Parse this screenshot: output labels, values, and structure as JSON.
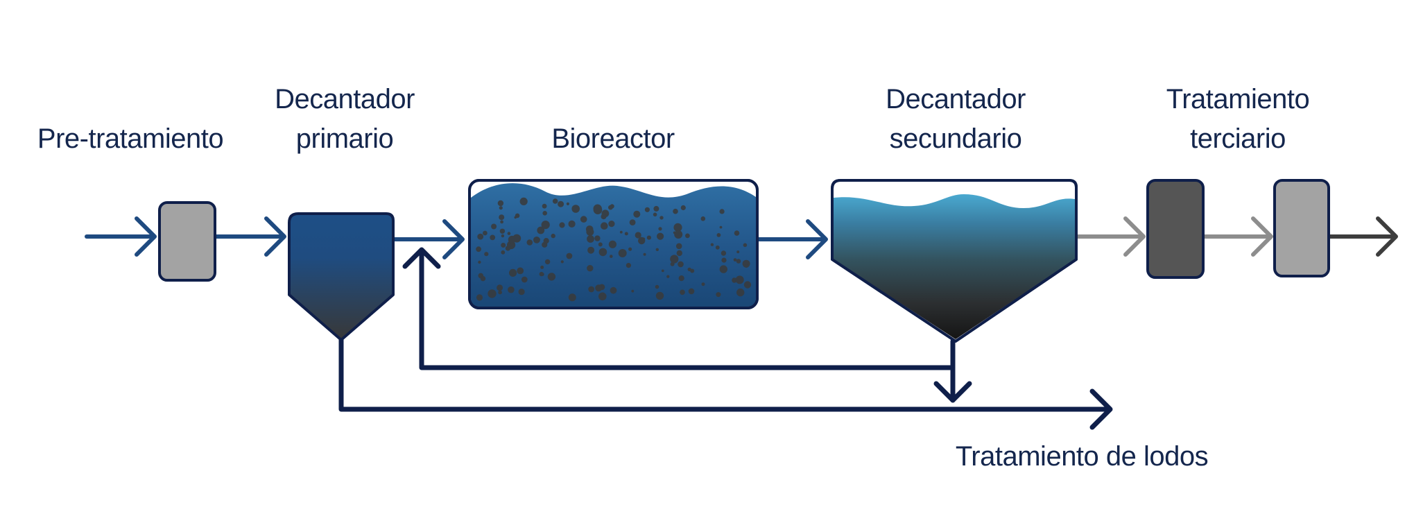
{
  "labels": {
    "pretreatment": "Pre-tratamiento",
    "primary_line1": "Decantador",
    "primary_line2": "primario",
    "bioreactor": "Bioreactor",
    "secondary_line1": "Decantador",
    "secondary_line2": "secundario",
    "tertiary_line1": "Tratamiento",
    "tertiary_line2": "terciario",
    "sludge": "Tratamiento de lodos"
  },
  "colors": {
    "label_text": "#14264d",
    "flow_line_blue": "#1e4a80",
    "sludge_line_navy": "#0f1f4a",
    "treated_line_gray": "#8d8d8d",
    "outlet_line_dark": "#3d3d3d",
    "pretreatment_box": "#a3a3a3",
    "tertiary_box_dark": "#555555",
    "tertiary_box_light": "#a3a3a3",
    "water_surface": "#4aa7cd",
    "bioreactor_liquid": "#23578b",
    "sediment_dark": "#262626"
  }
}
